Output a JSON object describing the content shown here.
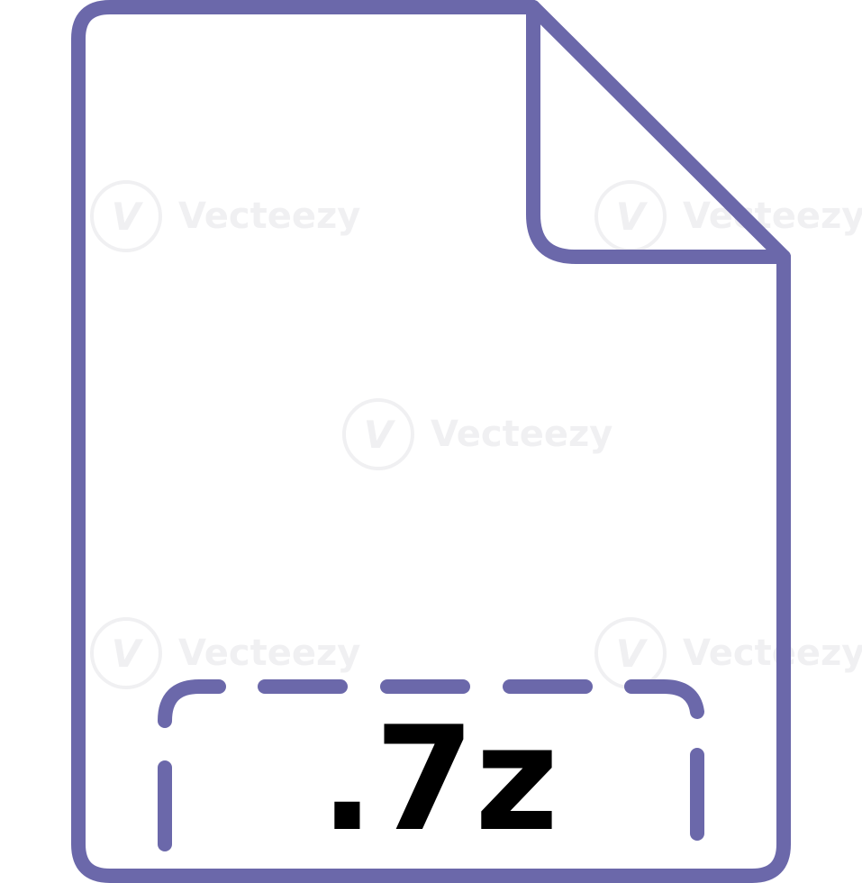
{
  "file_icon": {
    "extension": ".7z",
    "outline_color": "#6b68aa",
    "text_color": "#000000"
  },
  "watermark": {
    "brand": "Vecteezy",
    "logo_glyph": "V"
  }
}
